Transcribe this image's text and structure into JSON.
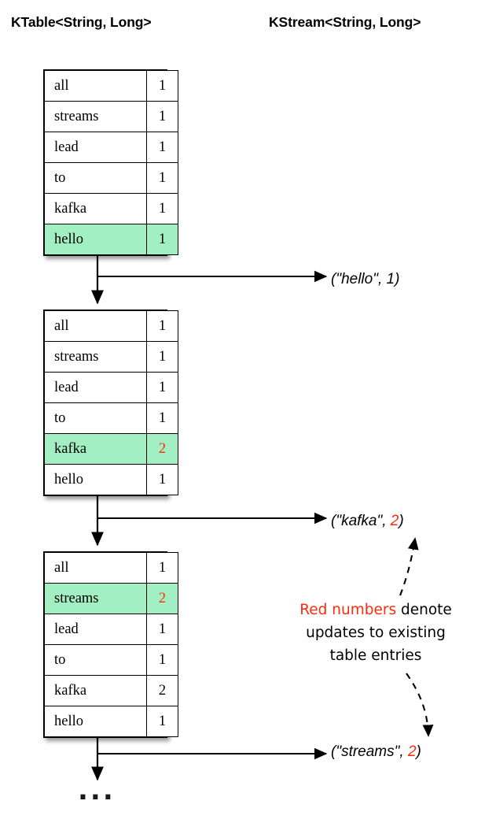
{
  "headers": {
    "ktable": "KTable<String, Long>",
    "kstream": "KStream<String, Long>"
  },
  "colors": {
    "highlight_green": "#a2efc3",
    "update_red": "#ff2a0c",
    "line_black": "#000000",
    "background": "#ffffff"
  },
  "tables": [
    {
      "id": "table1",
      "rows": [
        {
          "key": "all",
          "value": "1",
          "highlighted": false,
          "updated": false
        },
        {
          "key": "streams",
          "value": "1",
          "highlighted": false,
          "updated": false
        },
        {
          "key": "lead",
          "value": "1",
          "highlighted": false,
          "updated": false
        },
        {
          "key": "to",
          "value": "1",
          "highlighted": false,
          "updated": false
        },
        {
          "key": "kafka",
          "value": "1",
          "highlighted": false,
          "updated": false
        },
        {
          "key": "hello",
          "value": "1",
          "highlighted": true,
          "updated": false
        }
      ]
    },
    {
      "id": "table2",
      "rows": [
        {
          "key": "all",
          "value": "1",
          "highlighted": false,
          "updated": false
        },
        {
          "key": "streams",
          "value": "1",
          "highlighted": false,
          "updated": false
        },
        {
          "key": "lead",
          "value": "1",
          "highlighted": false,
          "updated": false
        },
        {
          "key": "to",
          "value": "1",
          "highlighted": false,
          "updated": false
        },
        {
          "key": "kafka",
          "value": "2",
          "highlighted": true,
          "updated": true
        },
        {
          "key": "hello",
          "value": "1",
          "highlighted": false,
          "updated": false
        }
      ]
    },
    {
      "id": "table3",
      "rows": [
        {
          "key": "all",
          "value": "1",
          "highlighted": false,
          "updated": false
        },
        {
          "key": "streams",
          "value": "2",
          "highlighted": true,
          "updated": true
        },
        {
          "key": "lead",
          "value": "1",
          "highlighted": false,
          "updated": false
        },
        {
          "key": "to",
          "value": "1",
          "highlighted": false,
          "updated": false
        },
        {
          "key": "kafka",
          "value": "2",
          "highlighted": false,
          "updated": false
        },
        {
          "key": "hello",
          "value": "1",
          "highlighted": false,
          "updated": false
        }
      ]
    }
  ],
  "events": [
    {
      "id": "evt1",
      "prefix": "(\"hello\", ",
      "number": "1",
      "suffix": ")",
      "number_red": false
    },
    {
      "id": "evt2",
      "prefix": "(\"kafka\", ",
      "number": "2",
      "suffix": ")",
      "number_red": true
    },
    {
      "id": "evt3",
      "prefix": "(\"streams\", ",
      "number": "2",
      "suffix": ")",
      "number_red": true
    }
  ],
  "note": {
    "red_text": "Red numbers",
    "rest_text": " denote updates to existing table entries",
    "line1_red": "Red numbers",
    "line1_rest": " denote",
    "line2": "updates to existing",
    "line3": "table entries"
  },
  "ellipsis": "..."
}
